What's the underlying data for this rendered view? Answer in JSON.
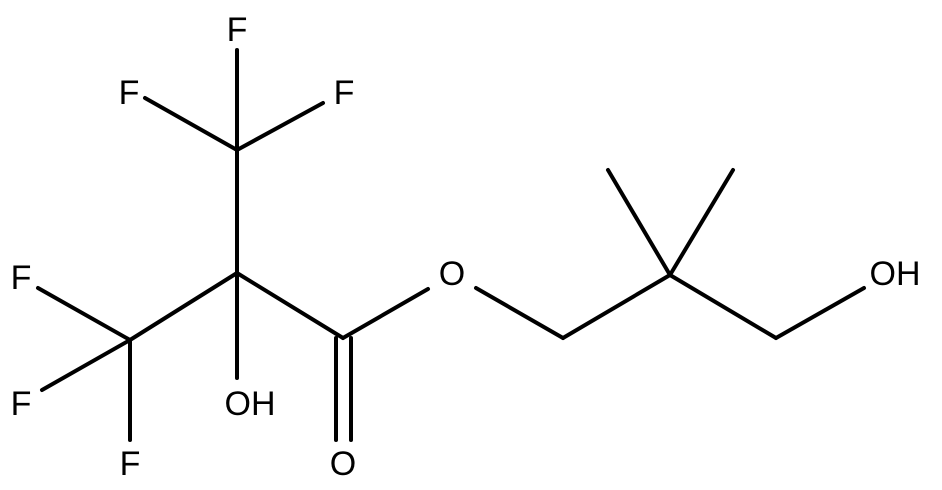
{
  "molecule": {
    "atoms": [
      {
        "id": "F_top",
        "label": "F"
      },
      {
        "id": "F_upper_left",
        "label": "F"
      },
      {
        "id": "F_upper_right",
        "label": "F"
      },
      {
        "id": "F_mid_left",
        "label": "F"
      },
      {
        "id": "F_lower_left",
        "label": "F"
      },
      {
        "id": "F_bottom",
        "label": "F"
      },
      {
        "id": "OH_alpha",
        "label": "OH"
      },
      {
        "id": "O_ester",
        "label": "O"
      },
      {
        "id": "O_carbonyl",
        "label": "O"
      },
      {
        "id": "OH_terminal",
        "label": "OH"
      }
    ],
    "colors": {
      "bond": "#000000",
      "label": "#000000",
      "background": "#ffffff"
    }
  }
}
